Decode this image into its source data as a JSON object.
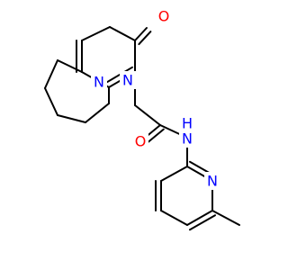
{
  "colors": {
    "background": "#ffffff",
    "bond": "#000000",
    "oxygen": "#ff0000",
    "nitrogen": "#0000ff"
  },
  "atom_labels": {
    "ring_oxygen": "O",
    "pyridazine_n1": "N",
    "pyridazine_n2": "N",
    "amide_oxygen": "O",
    "amide_nh": "N",
    "amide_h": "H",
    "pyridine_n": "N"
  }
}
